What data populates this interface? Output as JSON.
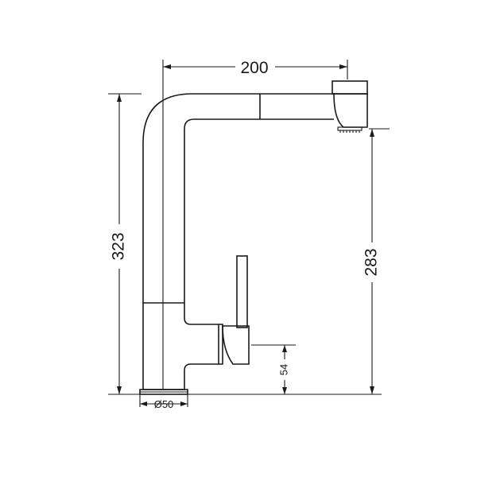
{
  "dimensions": {
    "spout_reach": "200",
    "overall_height": "323",
    "spout_outlet_height": "283",
    "handle_height": "54",
    "base_diameter": "Ø50"
  }
}
